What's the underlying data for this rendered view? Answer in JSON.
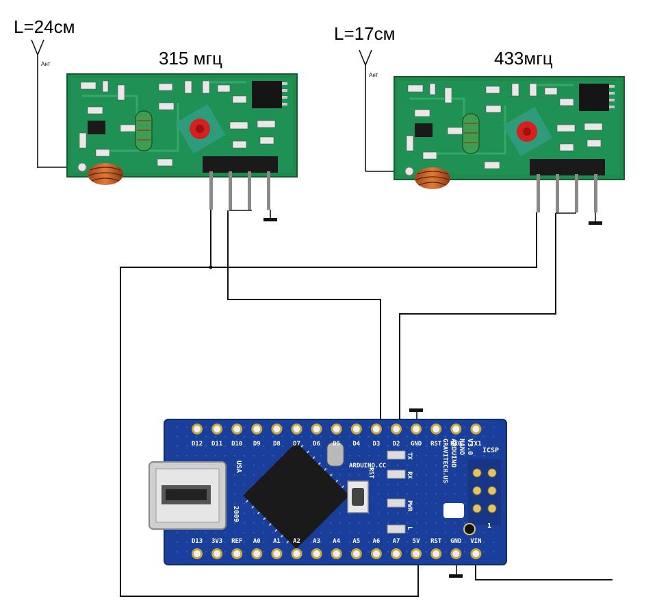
{
  "receivers": [
    {
      "antenna_length": "L=24см",
      "antenna_label": "Ант",
      "frequency": "315 мгц"
    },
    {
      "antenna_length": "L=17см",
      "antenna_label": "Ант",
      "frequency": "433мгц"
    }
  ],
  "arduino": {
    "pins_top": [
      "D12",
      "D11",
      "D10",
      "D9",
      "D8",
      "D7",
      "D6",
      "D5",
      "D4",
      "D3",
      "D2",
      "GND",
      "RST",
      "RX0",
      "TX1"
    ],
    "pins_bottom": [
      "D13",
      "3V3",
      "REF",
      "A0",
      "A1",
      "A2",
      "A3",
      "A4",
      "A5",
      "A6",
      "A7",
      "5V",
      "RST",
      "GND",
      "VIN"
    ],
    "icsp": "ICSP",
    "site": "ARDUINO.CC",
    "model_line1": "ARDUINO",
    "model_line2": "NANO",
    "model_line3": "V3.0",
    "maker": "GRAVITECH.US",
    "usa": "USA",
    "year": "2009",
    "led_tx": "TX",
    "led_rx": "RX",
    "led_pwr": "PWR",
    "led_l": "L",
    "reset_label": "RST",
    "pin1_label": "1"
  },
  "colors": {
    "pcb_green": "#1f8a4c",
    "pcb_dark": "#0f5e32",
    "nano_blue": "#1a3f9a",
    "wire": "#111111"
  }
}
